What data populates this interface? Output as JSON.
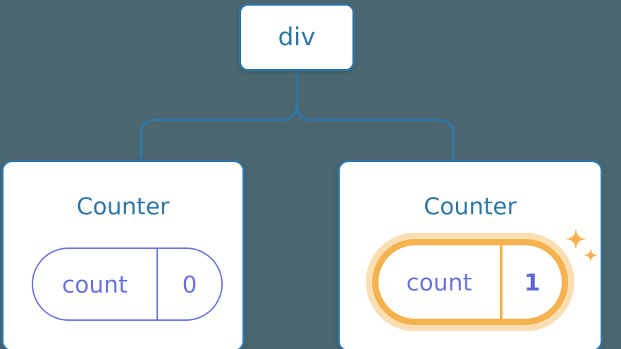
{
  "diagram": {
    "title": "React component tree with highlighted state",
    "background_color": "#4c666f",
    "node_color": "#2e77a8",
    "state_color": "#6b73de",
    "highlight_color": "#f5b24e",
    "highlight_glow_color": "#fbdfb4",
    "root": {
      "label": "div"
    },
    "children": [
      {
        "name": "counter-left",
        "title": "Counter",
        "state": {
          "key": "count",
          "value": "0",
          "highlighted": false
        }
      },
      {
        "name": "counter-right",
        "title": "Counter",
        "state": {
          "key": "count",
          "value": "1",
          "highlighted": true
        },
        "sparkle_icons": [
          "sparkle-large",
          "sparkle-small"
        ]
      }
    ],
    "connector": {
      "icon": "tree-branch-connector",
      "stroke_color": "#2e77a8"
    }
  }
}
